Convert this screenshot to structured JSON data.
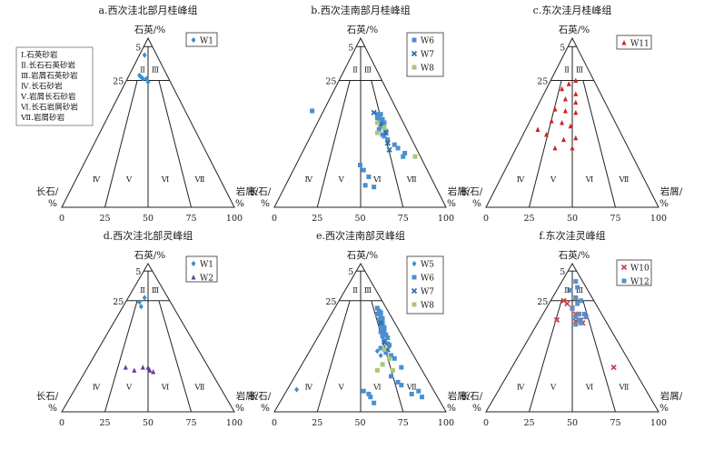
{
  "class_legend": [
    "Ⅰ.石英砂岩",
    "Ⅱ.长石石英砂岩",
    "Ⅲ.岩屑石英砂岩",
    "Ⅳ.长石砂岩",
    "Ⅴ.岩屑长石砂岩",
    "Ⅵ.长石岩屑砂岩",
    "Ⅶ.岩屑砂岩"
  ],
  "region_labels": [
    "Ⅰ",
    "Ⅱ",
    "Ⅲ",
    "Ⅳ",
    "Ⅴ",
    "Ⅵ",
    "Ⅶ"
  ],
  "colors": {
    "W1": "#3a8fd0",
    "W2": "#6a3a9e",
    "W5": "#3a8fd0",
    "W6": "#4a8fcf",
    "W7": "#2a6fa8",
    "W8": "#a8c878",
    "W10": "#d0404a",
    "W11": "#d02020",
    "W12": "#5a8fc8"
  },
  "chart_data": [
    {
      "type": "scatter",
      "title": "a.西次洼北部月桂峰组",
      "apex_label": "石英/%",
      "left_label_1": "长石/",
      "left_label_2": "%",
      "right_label_1": "岩屑/",
      "right_label_2": "%",
      "apex_ticks": [
        "5",
        "25"
      ],
      "base_ticks": [
        "0",
        "25",
        "50",
        "75",
        "100"
      ],
      "series": [
        {
          "name": "W1",
          "marker": "diamond",
          "points": [
            [
              48,
              90
            ],
            [
              45,
              78
            ],
            [
              46,
              77
            ],
            [
              47,
              76
            ],
            [
              49,
              76
            ],
            [
              50,
              74
            ]
          ]
        }
      ]
    },
    {
      "type": "scatter",
      "title": "b.西次洼南部月桂峰组",
      "apex_label": "石英/%",
      "left_label_1": "长石/",
      "left_label_2": "%",
      "right_label_1": "岩屑/",
      "right_label_2": "%",
      "apex_ticks": [
        "5",
        "25"
      ],
      "base_ticks": [
        "0",
        "25",
        "50",
        "75",
        "100"
      ],
      "series": [
        {
          "name": "W6",
          "marker": "square",
          "points": [
            [
              22,
              57
            ],
            [
              60,
              55
            ],
            [
              62,
              55
            ],
            [
              60,
              53
            ],
            [
              61,
              52
            ],
            [
              63,
              52
            ],
            [
              62,
              50
            ],
            [
              64,
              50
            ],
            [
              63,
              48
            ],
            [
              61,
              46
            ],
            [
              65,
              45
            ],
            [
              63,
              43
            ],
            [
              64,
              42
            ],
            [
              66,
              40
            ],
            [
              70,
              37
            ],
            [
              72,
              35
            ],
            [
              76,
              32
            ],
            [
              75,
              30
            ],
            [
              50,
              25
            ],
            [
              52,
              22
            ],
            [
              55,
              18
            ],
            [
              53,
              13
            ],
            [
              58,
              12
            ]
          ]
        },
        {
          "name": "W7",
          "marker": "x",
          "points": [
            [
              58,
              56
            ],
            [
              62,
              49
            ],
            [
              65,
              44
            ],
            [
              66,
              38
            ],
            [
              67,
              34
            ]
          ]
        },
        {
          "name": "W8",
          "marker": "square",
          "points": [
            [
              60,
              50
            ],
            [
              64,
              47
            ],
            [
              60,
              44
            ],
            [
              82,
              30
            ]
          ]
        }
      ]
    },
    {
      "type": "scatter",
      "title": "c.东次洼月桂峰组",
      "apex_label": "石英/%",
      "left_label_1": "长石/",
      "left_label_2": "%",
      "right_label_1": "岩屑/",
      "right_label_2": "%",
      "apex_ticks": [
        "5",
        "25"
      ],
      "base_ticks": [
        "0",
        "25",
        "50",
        "75",
        "100"
      ],
      "series": [
        {
          "name": "W11",
          "marker": "triangle",
          "points": [
            [
              52,
              75
            ],
            [
              48,
              73
            ],
            [
              44,
              70
            ],
            [
              52,
              67
            ],
            [
              46,
              64
            ],
            [
              52,
              62
            ],
            [
              40,
              58
            ],
            [
              46,
              57
            ],
            [
              52,
              56
            ],
            [
              38,
              51
            ],
            [
              44,
              50
            ],
            [
              49,
              48
            ],
            [
              30,
              46
            ],
            [
              35,
              43
            ],
            [
              45,
              40
            ],
            [
              52,
              41
            ],
            [
              40,
              35
            ],
            [
              50,
              35
            ]
          ]
        }
      ]
    },
    {
      "type": "scatter",
      "title": "d.西次洼北部灵峰组",
      "apex_label": "石英/%",
      "left_label_1": "长石/",
      "left_label_2": "%",
      "right_label_1": "岩屑/",
      "right_label_2": "%",
      "apex_ticks": [
        "5",
        "25"
      ],
      "base_ticks": [
        "0",
        "25",
        "50",
        "75",
        "100"
      ],
      "series": [
        {
          "name": "W1",
          "marker": "diamond",
          "points": [
            [
              48,
              77
            ],
            [
              45,
              74
            ],
            [
              46,
              71
            ]
          ]
        },
        {
          "name": "W2",
          "marker": "triangle",
          "points": [
            [
              37,
              30
            ],
            [
              42,
              28
            ],
            [
              47,
              30
            ],
            [
              50,
              30
            ],
            [
              51,
              28
            ],
            [
              53,
              27
            ]
          ]
        }
      ]
    },
    {
      "type": "scatter",
      "title": "e.西次洼南部灵峰组",
      "apex_label": "石英/%",
      "left_label_1": "长石/",
      "left_label_2": "%",
      "right_label_1": "岩屑/",
      "right_label_2": "%",
      "apex_ticks": [
        "5",
        "25"
      ],
      "base_ticks": [
        "0",
        "25",
        "50",
        "75",
        "100"
      ],
      "series": [
        {
          "name": "W5",
          "marker": "diamond",
          "points": [
            [
              13,
              15
            ],
            [
              60,
              41
            ],
            [
              62,
              38
            ]
          ]
        },
        {
          "name": "W6",
          "marker": "square",
          "points": [
            [
              60,
              70
            ],
            [
              61,
              68
            ],
            [
              62,
              67
            ],
            [
              60,
              66
            ],
            [
              62,
              64
            ],
            [
              63,
              63
            ],
            [
              61,
              62
            ],
            [
              62,
              61
            ],
            [
              63,
              60
            ],
            [
              62,
              58
            ],
            [
              64,
              57
            ],
            [
              63,
              56
            ],
            [
              64,
              55
            ],
            [
              62,
              54
            ],
            [
              64,
              53
            ],
            [
              65,
              52
            ],
            [
              63,
              51
            ],
            [
              66,
              50
            ],
            [
              64,
              48
            ],
            [
              66,
              46
            ],
            [
              67,
              45
            ],
            [
              62,
              43
            ],
            [
              65,
              40
            ],
            [
              68,
              38
            ],
            [
              70,
              36
            ],
            [
              74,
              30
            ],
            [
              68,
              24
            ],
            [
              72,
              20
            ],
            [
              74,
              18
            ],
            [
              80,
              12
            ],
            [
              84,
              14
            ],
            [
              86,
              10
            ],
            [
              56,
              10
            ],
            [
              58,
              6
            ],
            [
              52,
              14
            ],
            [
              55,
              12
            ]
          ]
        },
        {
          "name": "W7",
          "marker": "x",
          "points": [
            [
              62,
              60
            ],
            [
              64,
              47
            ],
            [
              66,
              42
            ]
          ]
        },
        {
          "name": "W8",
          "marker": "square",
          "points": [
            [
              64,
              42
            ],
            [
              67,
              36
            ],
            [
              63,
              32
            ],
            [
              69,
              28
            ],
            [
              60,
              28
            ]
          ]
        }
      ]
    },
    {
      "type": "scatter",
      "title": "f.东次洼灵峰组",
      "apex_label": "石英/%",
      "left_label_1": "长石/",
      "left_label_2": "%",
      "right_label_1": "岩屑/",
      "right_label_2": "%",
      "apex_ticks": [
        "5",
        "25"
      ],
      "base_ticks": [
        "0",
        "25",
        "50",
        "75",
        "100"
      ],
      "series": [
        {
          "name": "W10",
          "marker": "x",
          "points": [
            [
              45,
              75
            ],
            [
              47,
              73
            ],
            [
              50,
              70
            ],
            [
              52,
              66
            ],
            [
              41,
              62
            ],
            [
              56,
              60
            ],
            [
              52,
              61
            ],
            [
              55,
              62
            ],
            [
              74,
              30
            ]
          ]
        },
        {
          "name": "W12",
          "marker": "square",
          "points": [
            [
              52,
              88
            ],
            [
              53,
              84
            ],
            [
              49,
              82
            ],
            [
              52,
              77
            ],
            [
              55,
              75
            ],
            [
              53,
              73
            ],
            [
              50,
              70
            ],
            [
              54,
              66
            ],
            [
              57,
              66
            ],
            [
              52,
              64
            ],
            [
              54,
              62
            ],
            [
              58,
              64
            ],
            [
              55,
              60
            ],
            [
              52,
              59
            ]
          ]
        }
      ]
    }
  ]
}
